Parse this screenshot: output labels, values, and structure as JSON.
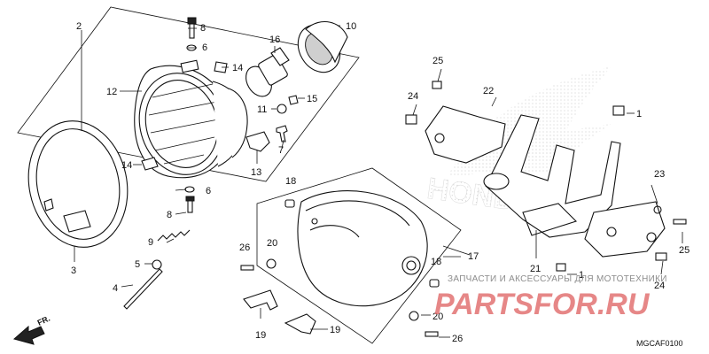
{
  "diagram": {
    "part_labels": [
      "1",
      "1",
      "2",
      "3",
      "4",
      "5",
      "6",
      "6",
      "7",
      "8",
      "8",
      "9",
      "10",
      "11",
      "12",
      "13",
      "14",
      "14",
      "15",
      "16",
      "17",
      "18",
      "18",
      "19",
      "19",
      "20",
      "20",
      "21",
      "22",
      "23",
      "24",
      "24",
      "25",
      "25",
      "26",
      "26"
    ],
    "catalog_code": "MGCAF0100",
    "direction_marker": "FR.",
    "watermark_text": "ЗАПЧАСТИ И АКСЕССУАРЫ ДЛЯ МОТОТЕХНИКИ",
    "watermark_brand": "PARTSFOR.RU",
    "background_logo_text": "HONDA"
  }
}
